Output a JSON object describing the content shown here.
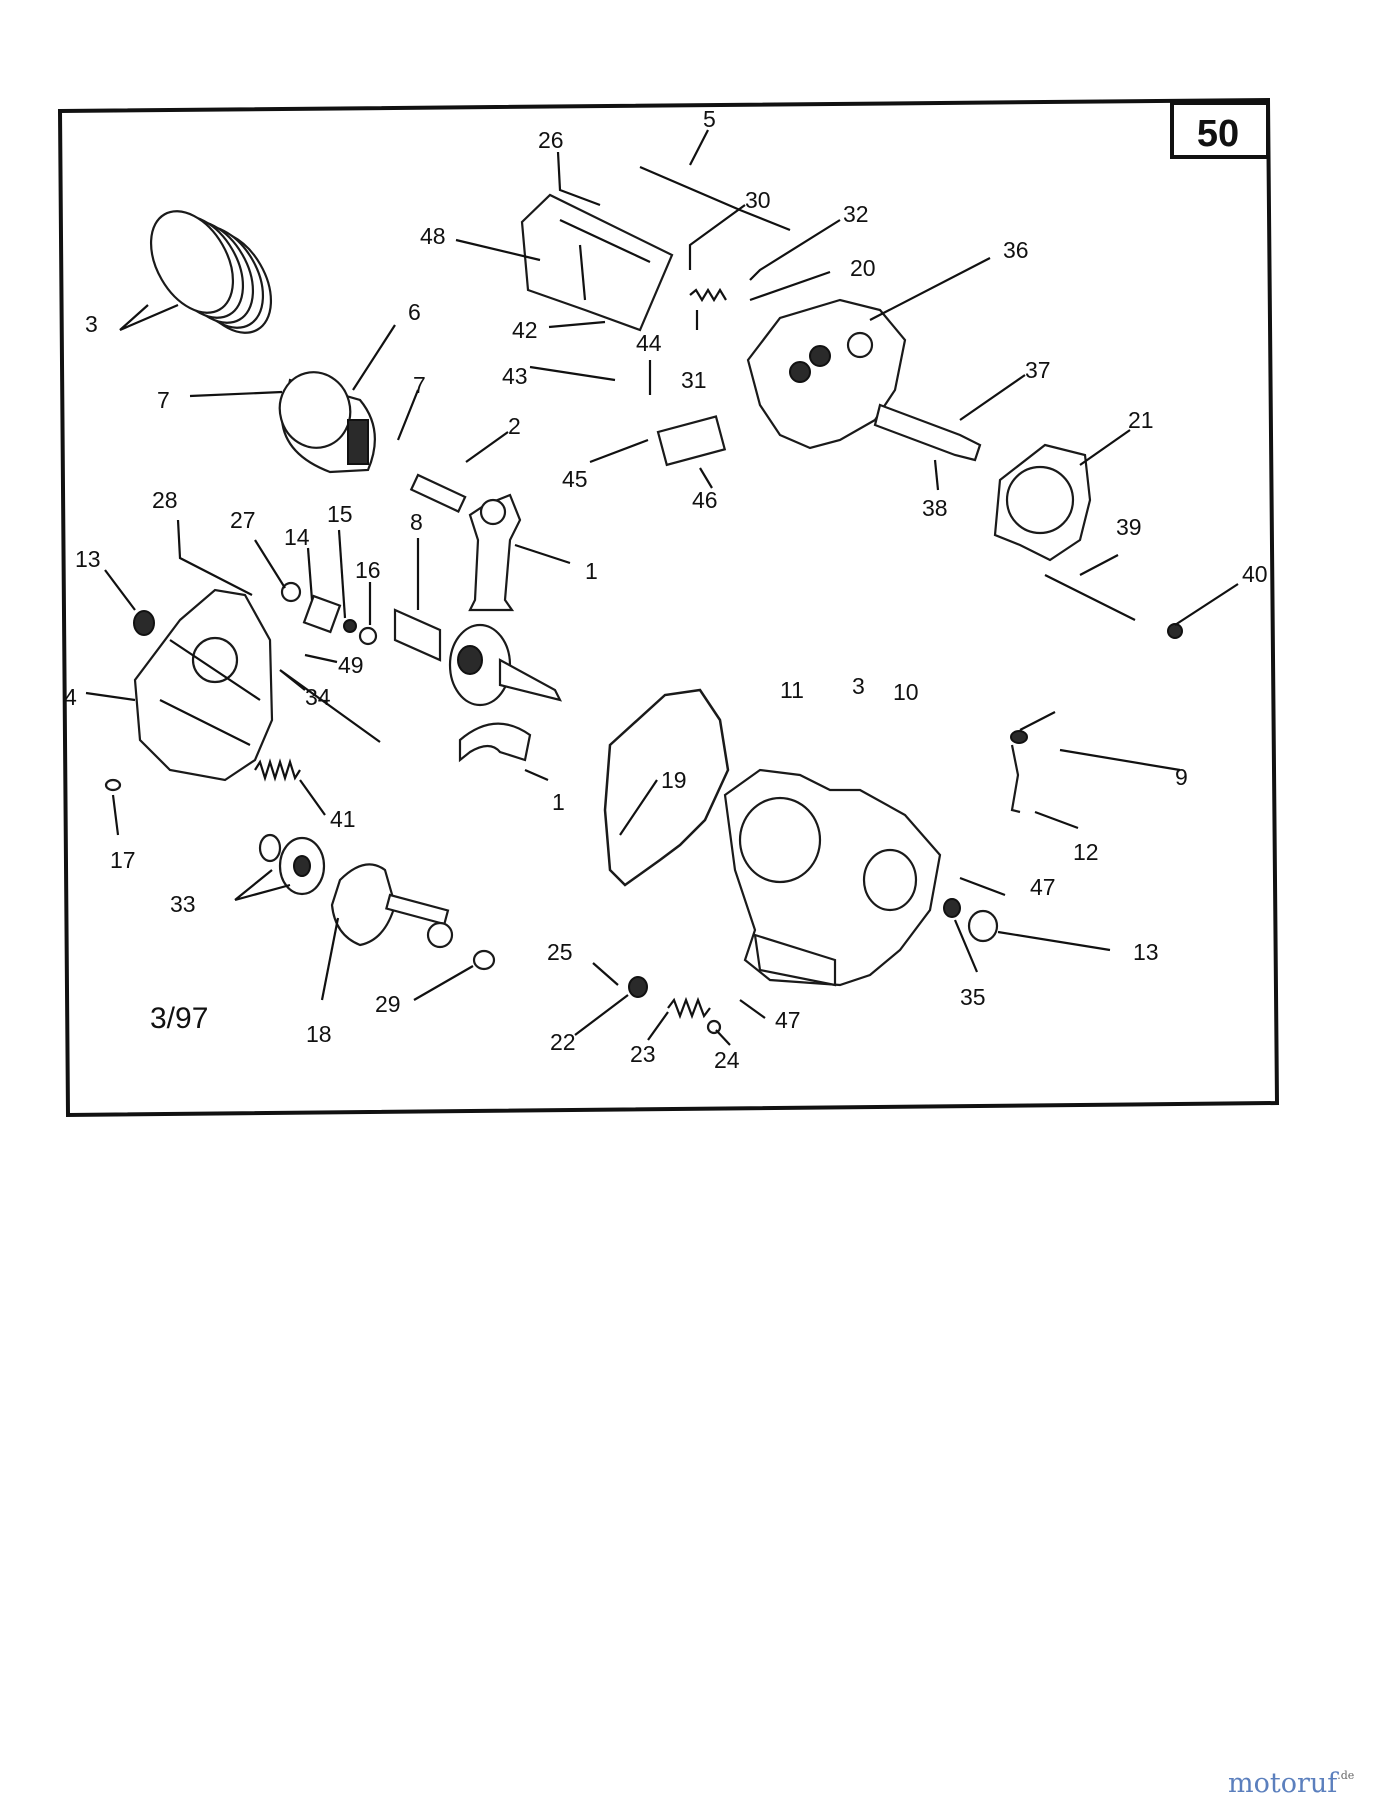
{
  "page_number": "50",
  "date_stamp": "3/97",
  "watermark": {
    "part1": "motoruf",
    "part2": "",
    "suffix": ".de"
  },
  "callouts": {
    "c1": "5",
    "c2": "26",
    "c3": "30",
    "c4": "32",
    "c5": "36",
    "c6": "48",
    "c7": "20",
    "c8": "3",
    "c9": "6",
    "c10": "42",
    "c11": "44",
    "c12": "37",
    "c13": "43",
    "c14": "31",
    "c15": "7",
    "c16": "7",
    "c17": "2",
    "c18": "45",
    "c19": "46",
    "c20": "21",
    "c21": "38",
    "c22": "28",
    "c23": "8",
    "c24": "27",
    "c25": "15",
    "c26": "14",
    "c27": "1",
    "c28": "39",
    "c29": "13",
    "c30": "16",
    "c31": "40",
    "c32": "49",
    "c33": "34",
    "c34": "4",
    "c35": "11",
    "c36": "3",
    "c37": "10",
    "c38": "9",
    "c39": "1",
    "c40": "19",
    "c41": "41",
    "c42": "12",
    "c43": "17",
    "c44": "33",
    "c45": "47",
    "c46": "13",
    "c47": "25",
    "c48": "35",
    "c49": "18",
    "c50": "29",
    "c51": "47",
    "c52": "22",
    "c53": "23",
    "c54": "24"
  }
}
